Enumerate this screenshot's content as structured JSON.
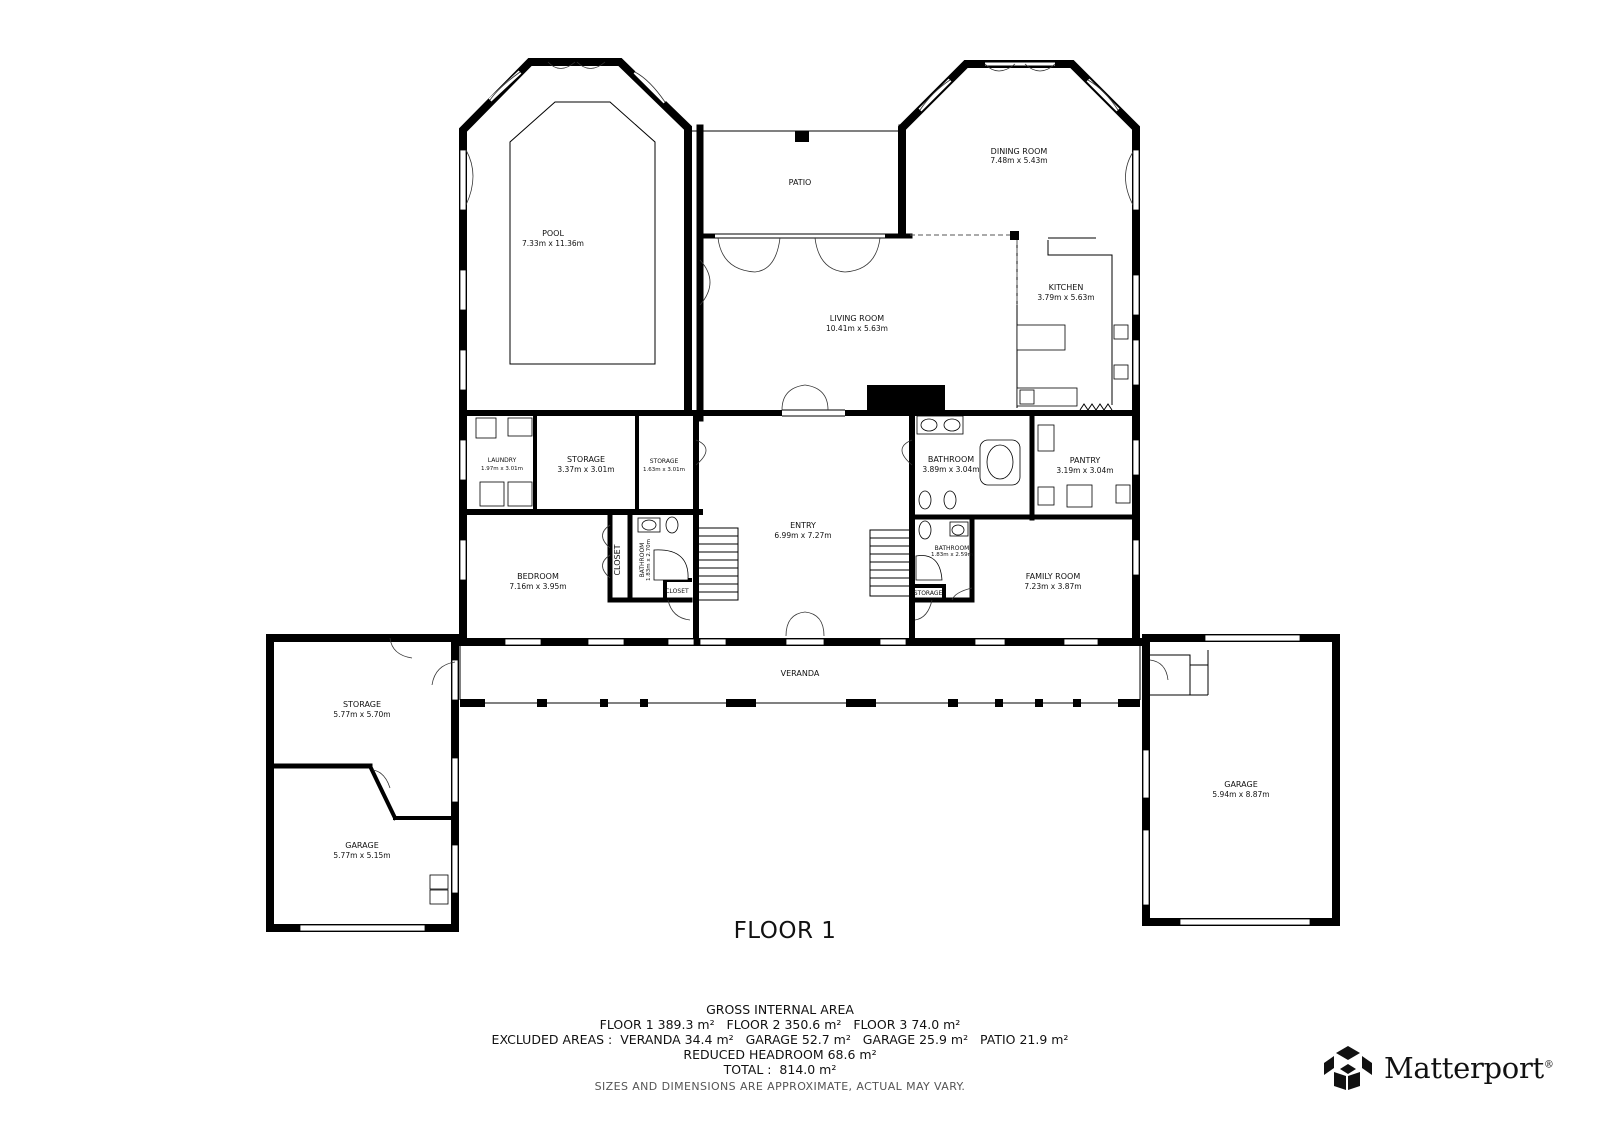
{
  "floor_title": "FLOOR 1",
  "rooms": {
    "pool": {
      "name": "POOL",
      "dim": "7.33m x 11.36m"
    },
    "patio": {
      "name": "PATIO"
    },
    "dining": {
      "name": "DINING ROOM",
      "dim": "7.48m x 5.43m"
    },
    "living": {
      "name": "LIVING ROOM",
      "dim": "10.41m x 5.63m"
    },
    "kitchen": {
      "name": "KITCHEN",
      "dim": "3.79m x 5.63m"
    },
    "laundry": {
      "name": "LAUNDRY",
      "dim": "1.97m x 3.01m"
    },
    "storage1": {
      "name": "STORAGE",
      "dim": "3.37m x 3.01m"
    },
    "storage2": {
      "name": "STORAGE",
      "dim": "1.63m x 3.01m"
    },
    "entry": {
      "name": "ENTRY",
      "dim": "6.99m x 7.27m"
    },
    "bathroom": {
      "name": "BATHROOM",
      "dim": "3.89m x 3.04m"
    },
    "pantry": {
      "name": "PANTRY",
      "dim": "3.19m x 3.04m"
    },
    "bedroom": {
      "name": "BEDROOM",
      "dim": "7.16m x 3.95m"
    },
    "closet_big": {
      "name": "CLOSET"
    },
    "bath_small_l": {
      "name": "BATHROOM",
      "dim": "1.83m x 2.70m"
    },
    "closet_small": {
      "name": "CLOSET"
    },
    "bath_small_r": {
      "name": "BATHROOM",
      "dim": "1.83m x 2.59m"
    },
    "storage_small": {
      "name": "STORAGE"
    },
    "family": {
      "name": "FAMILY ROOM",
      "dim": "7.23m x 3.87m"
    },
    "veranda": {
      "name": "VERANDA"
    },
    "storage3": {
      "name": "STORAGE",
      "dim": "5.77m x 5.70m"
    },
    "garage_l": {
      "name": "GARAGE",
      "dim": "5.77m x 5.15m"
    },
    "garage_r": {
      "name": "GARAGE",
      "dim": "5.94m x 8.87m"
    }
  },
  "area": {
    "heading": "GROSS INTERNAL AREA",
    "line1": "FLOOR 1 389.3 m²   FLOOR 2 350.6 m²   FLOOR 3 74.0 m²",
    "line2": "EXCLUDED AREAS :  VERANDA 34.4 m²   GARAGE 52.7 m²   GARAGE 25.9 m²   PATIO 21.9 m²",
    "line3": "REDUCED HEADROOM 68.6 m²",
    "line4": "TOTAL :  814.0 m²",
    "note": "SIZES AND DIMENSIONS ARE APPROXIMATE, ACTUAL MAY VARY."
  },
  "brand": {
    "name": "Matterport",
    "reg": "®",
    "logo_icon": "matterport-logo-icon"
  }
}
